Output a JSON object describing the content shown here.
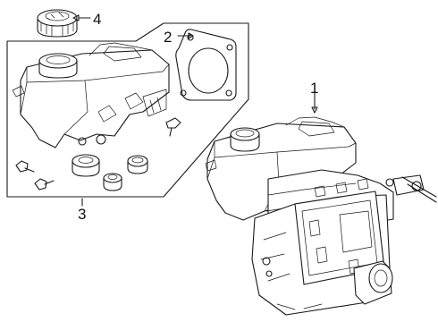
{
  "diagram": {
    "callouts": [
      {
        "id": "1",
        "label": "1"
      },
      {
        "id": "2",
        "label": "2"
      },
      {
        "id": "3",
        "label": "3"
      },
      {
        "id": "4",
        "label": "4"
      }
    ]
  },
  "colors": {
    "line": "#1a1a1a",
    "background": "#ffffff"
  }
}
